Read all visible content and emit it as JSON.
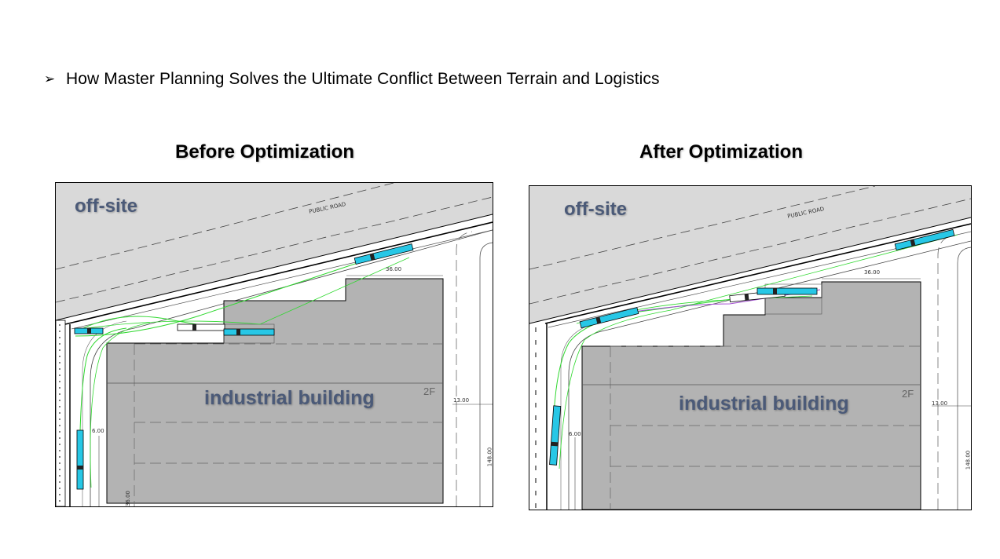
{
  "header": {
    "bullet": "➢",
    "title": "How Master Planning Solves the Ultimate Conflict Between Terrain and Logistics"
  },
  "before": {
    "title": "Before Optimization",
    "offsite_label": "off-site",
    "building_label": "industrial building",
    "road_label": "PUBLIC ROAD",
    "floor_label": "2F",
    "dims": {
      "top": "36.00",
      "side": "6.00",
      "right": "13.00",
      "far_right": "148.00",
      "bottom": "36.00"
    }
  },
  "after": {
    "title": "After Optimization",
    "offsite_label": "off-site",
    "building_label": "industrial building",
    "road_label": "PUBLIC ROAD",
    "floor_label": "2F",
    "dims": {
      "top": "36.00",
      "side": "6.00",
      "right": "13.00",
      "far_right": "148.00"
    }
  },
  "colors": {
    "road_fill": "#d9d9d9",
    "building_fill": "#b3b3b3",
    "track_green": "#2fd82f",
    "track_purple": "#a24bd1",
    "truck_cyan": "#27c7e6",
    "label_blue": "#4b5a78"
  }
}
